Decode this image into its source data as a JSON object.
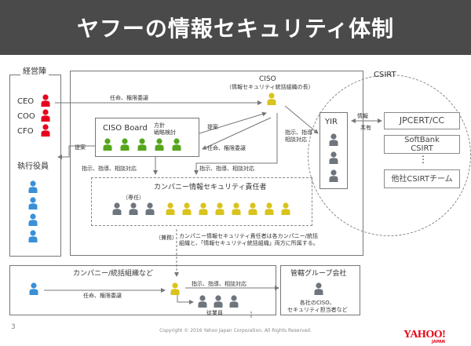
{
  "title": "ヤフーの情報セキュリティ体制",
  "management": {
    "label": "経営陣",
    "roles": [
      "CEO",
      "COO",
      "CFO"
    ]
  },
  "officers_label": "執行役員",
  "ciso": {
    "title": "CISO",
    "subtitle": "（情報セキュリティ統括組織の長）"
  },
  "ciso_board": {
    "label": "CISO Board",
    "note": "方針\n戦略検討"
  },
  "company_officer": {
    "title": "カンパニー情報セキュリティ責任者",
    "dedicated": "（専任）",
    "concurrent": "（兼務）"
  },
  "company_note": "カンパニー情報セキュリティ責任者は各カンパニー/統括\n組織と、「情報セキュリティ統括組織」両方に所属する。",
  "company_org": "カンパニー/統括組織など",
  "employees_label": "従業員",
  "group": {
    "title": "管轄グループ会社",
    "note": "各社のCISO、\nセキュリティ担当者など"
  },
  "csirt": {
    "label": "CSIRT",
    "yir": "YIR",
    "info": "情報",
    "share": "共有",
    "partners": [
      "JPCERT/CC",
      "SoftBank\nCSIRT",
      "他社CSIRTチーム"
    ],
    "ellipsis": "⋮"
  },
  "edges": {
    "delegate": "任命、権限委譲",
    "propose": "提案",
    "instruct": "指示、指導、相談対応",
    "instruct2": "指示、指導\n相談対応"
  },
  "footer": "Copyright © 2016 Yahoo Japan Corporation. All Rights Reserved.",
  "page_number": "3",
  "logo": "YAHOO!",
  "logo_sub": "JAPAN",
  "colors": {
    "red": "#e6001e",
    "green": "#55a61c",
    "yellow": "#d9c31c",
    "gray": "#6e757d",
    "blue": "#3a90d8",
    "header": "#4a4a4a"
  }
}
